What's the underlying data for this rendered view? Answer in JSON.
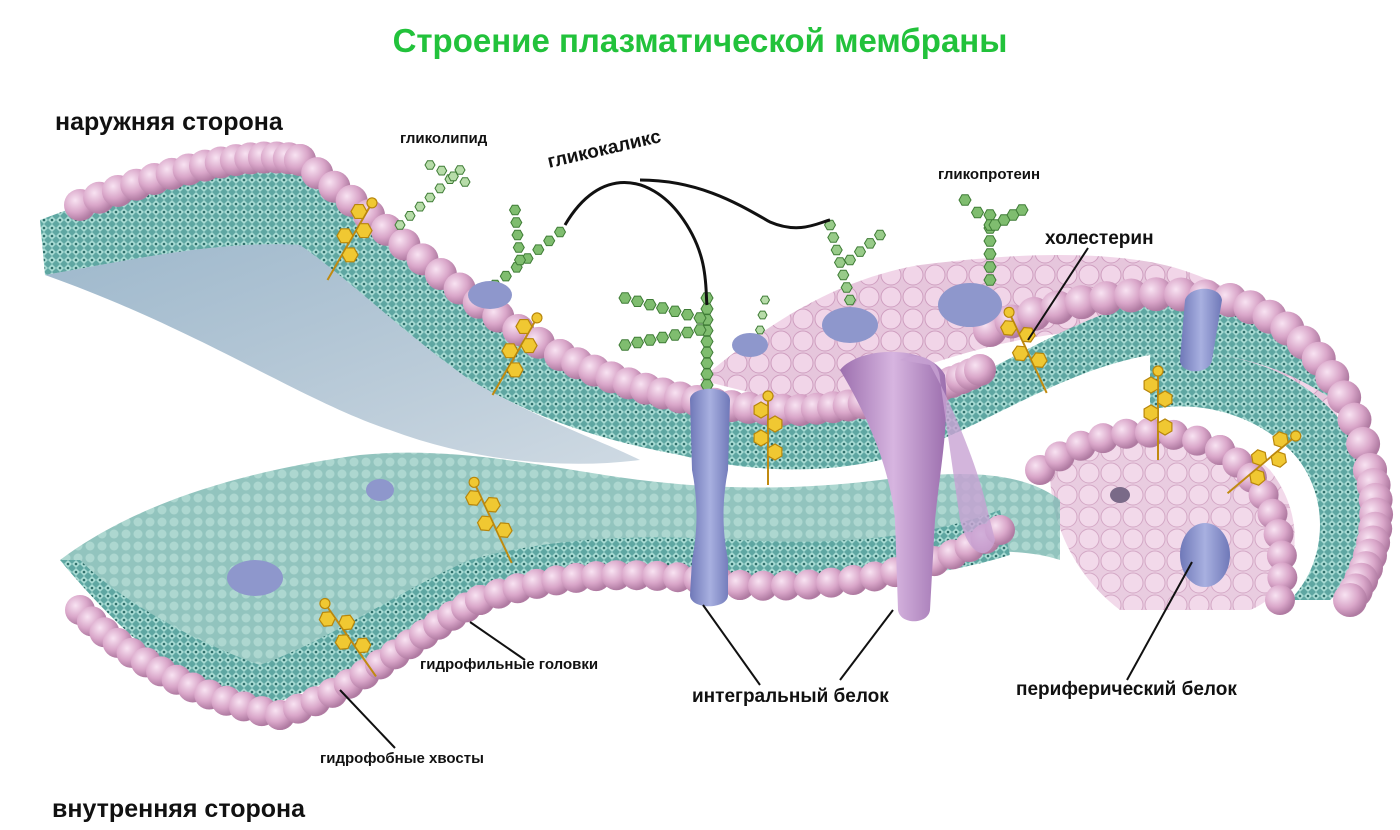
{
  "title": "Строение плазматической мембраны",
  "labels": {
    "outer_side": "наружняя сторона",
    "inner_side": "внутренняя сторона",
    "glycolipid": "гликолипид",
    "glycocalyx": "гликокаликс",
    "glycoprotein": "гликопротеин",
    "cholesterol": "холестерин",
    "hydrophilic_heads": "гидрофильные головки",
    "hydrophobic_tails": "гидрофобные хвосты",
    "integral_protein": "интегральный белок",
    "peripheral_protein": "периферический белок"
  },
  "colors": {
    "title": "#22c23b",
    "head": "#d9a6c9",
    "tail": "#6fb3ad",
    "protein_blue": "#8b93c9",
    "protein_purple": "#b48ac0",
    "cholesterol": "#f0c832",
    "glyco_chain": "#7fbd6f"
  }
}
